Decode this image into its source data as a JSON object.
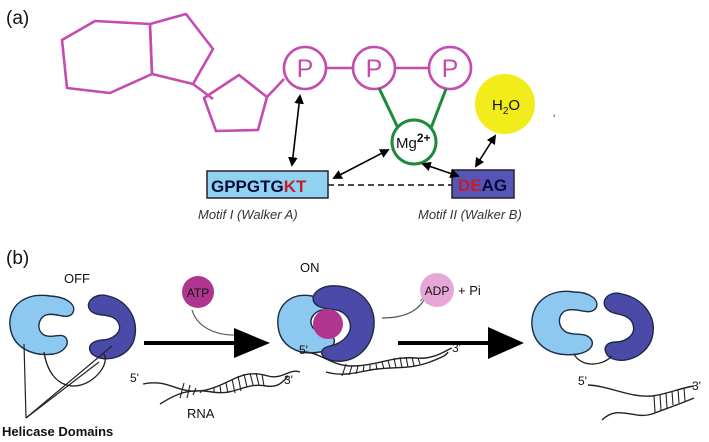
{
  "panel_a": {
    "label": "(a)",
    "phosphate_label": "P",
    "magnesium": {
      "base": "Mg",
      "sup": "2+"
    },
    "water": {
      "h": "H",
      "sub": "2",
      "o": "O"
    },
    "motif1": {
      "seq_main": "GPPGTG",
      "seq_highlight": "KT",
      "caption": "Motif I (Walker A)"
    },
    "motif2": {
      "seq_highlight": "DE",
      "seq_main": "AG",
      "caption": "Motif II (Walker B)"
    }
  },
  "panel_b": {
    "label": "(b)",
    "off_label": "OFF",
    "on_label": "ON",
    "atp_label": "ATP",
    "adp_label": "ADP",
    "pi_label": "+ Pi",
    "rna_label": "RNA",
    "helicase_label": "Helicase Domains",
    "five_prime": "5'",
    "three_prime": "3'"
  },
  "colors": {
    "sugar_magenta": "#c44bb0",
    "mg_green": "#1f8a3a",
    "water_yellow": "#f2ec1a",
    "motif1_fill": "#8fd3f0",
    "motif2_fill": "#5656b8",
    "highlight_red": "#c41e2a",
    "domain_light": "#8cc8ef",
    "domain_dark": "#4b4aa8",
    "atp_fill": "#b0358e",
    "adp_fill": "#e6a6d6"
  }
}
